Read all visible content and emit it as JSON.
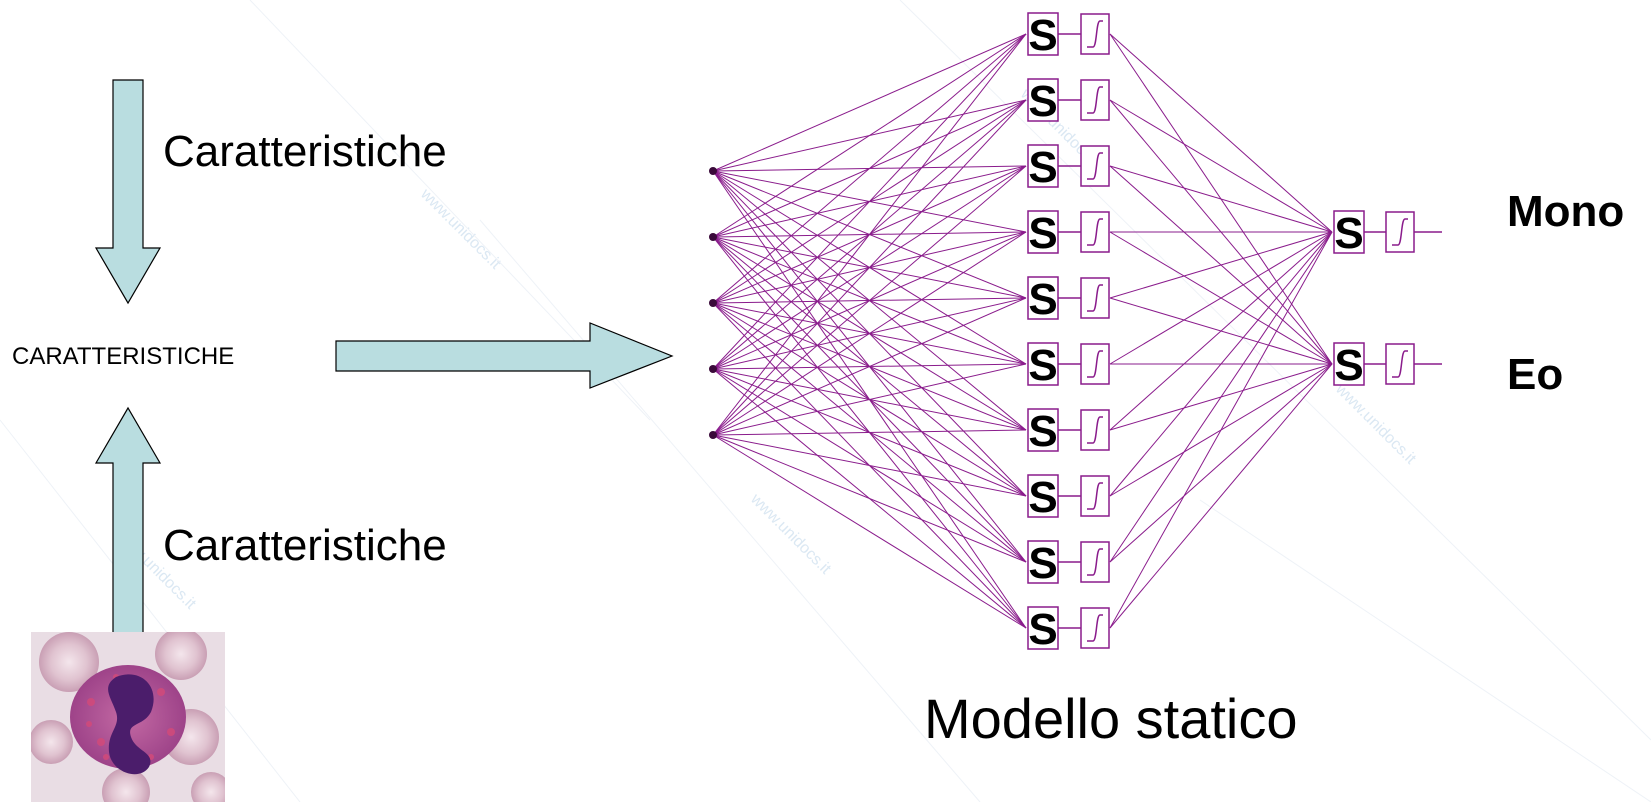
{
  "colors": {
    "arrow_fill": "#b9dde0",
    "arrow_stroke": "#000000",
    "network": "#8a1c8c",
    "text": "#000000",
    "watermark": "#dbe8f3"
  },
  "labels": {
    "top_feature": "Caratteristiche",
    "center": "CARATTERISTICHE",
    "bottom_feature": "Caratteristiche"
  },
  "network": {
    "input_count": 5,
    "hidden_count": 10,
    "output_count": 2,
    "sum_symbol": "S",
    "activation_icon": "sigmoid-icon",
    "outputs": [
      "Mono",
      "Eo"
    ],
    "title": "Modello statico"
  },
  "watermark": {
    "text": "www.unidocs.it"
  },
  "image": {
    "subject": "blood-cell-photo"
  }
}
